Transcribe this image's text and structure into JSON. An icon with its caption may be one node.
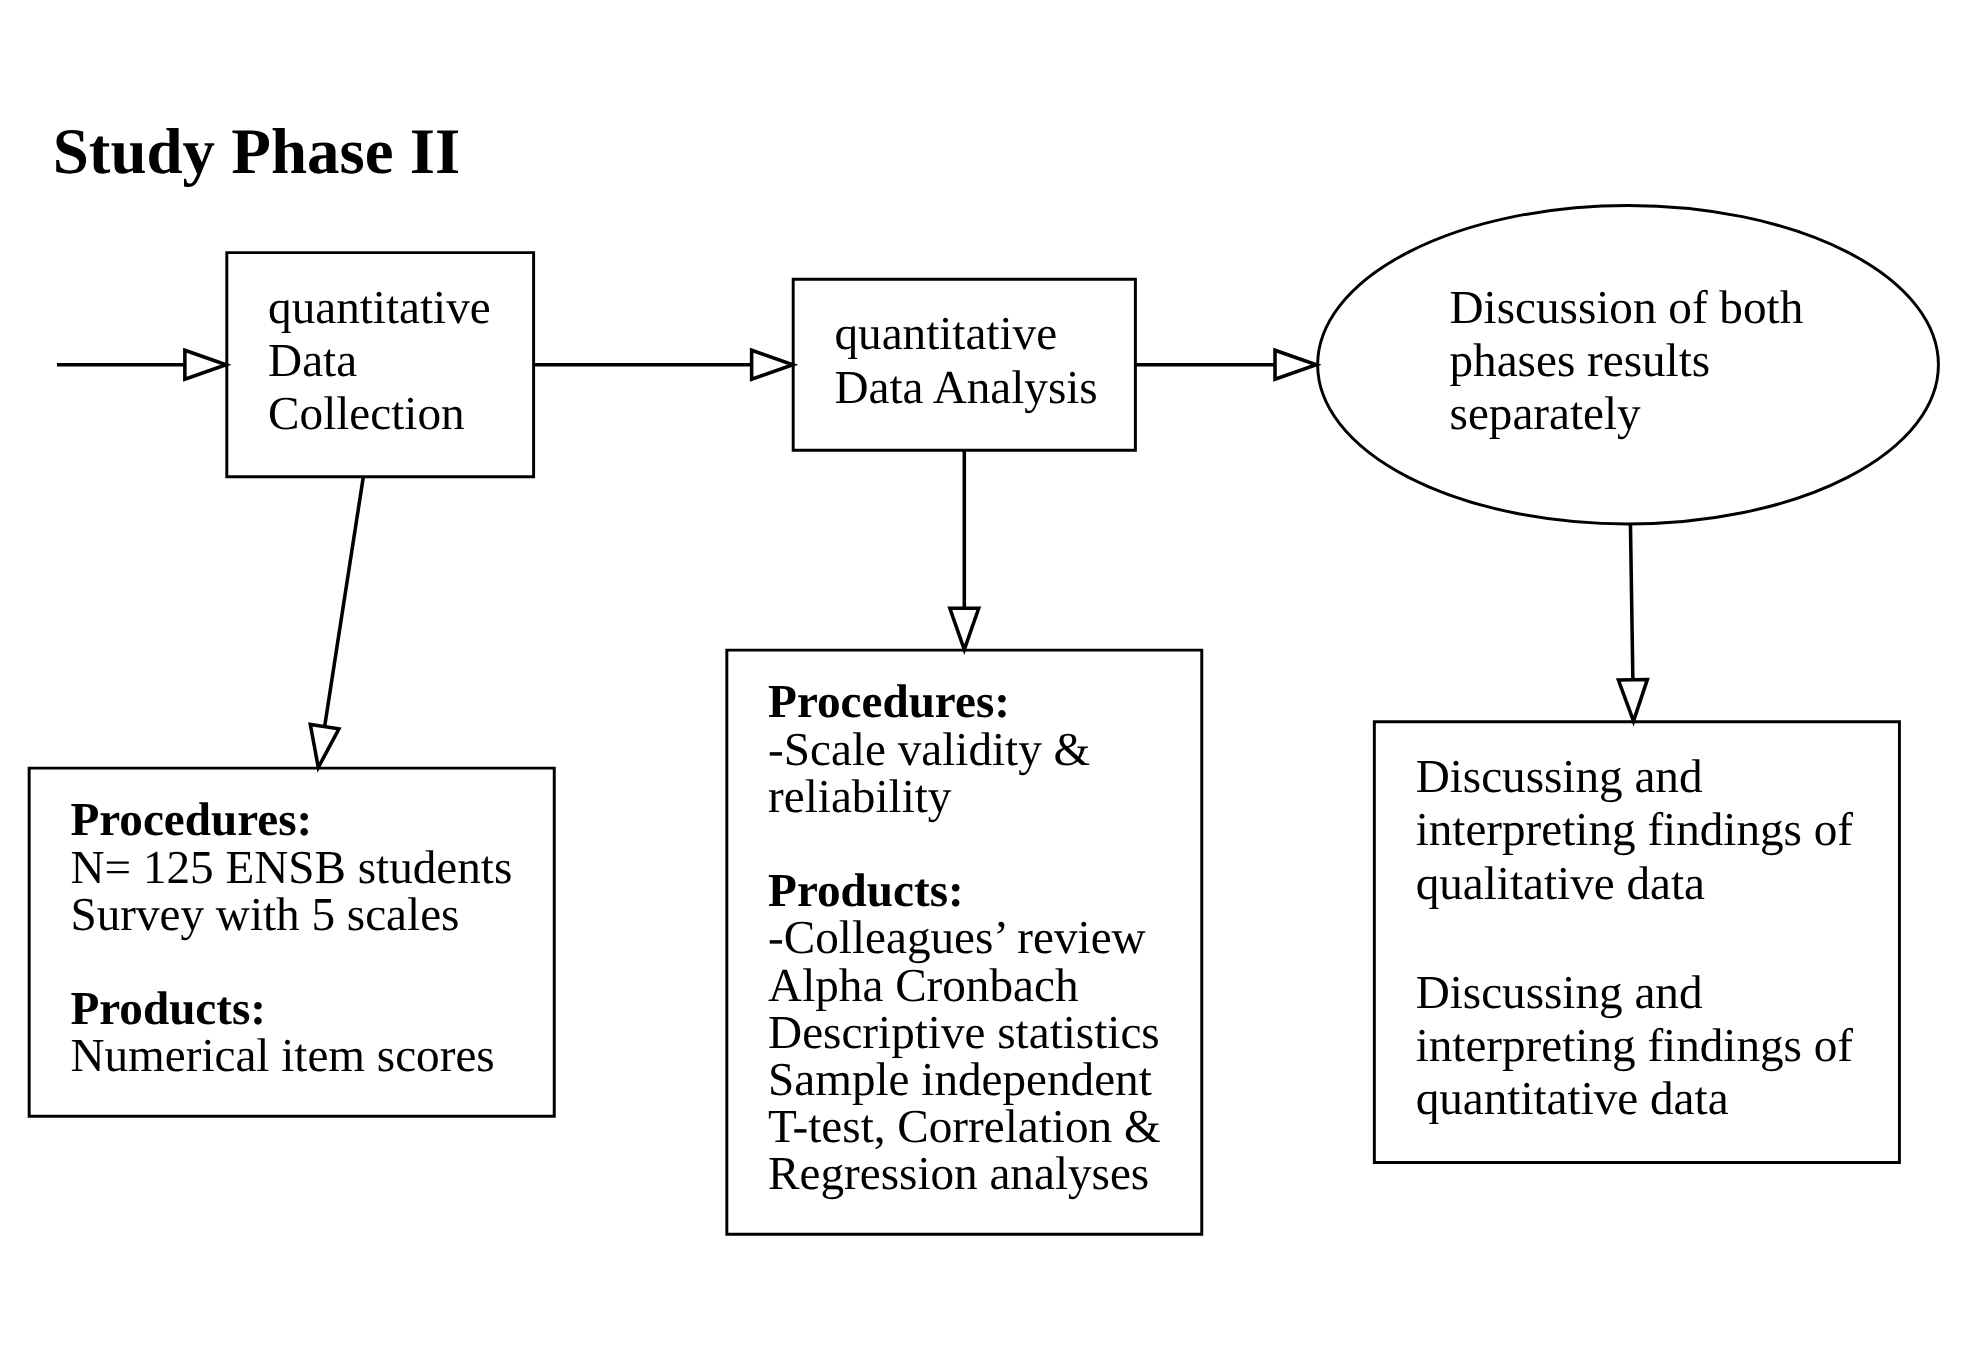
{
  "diagram": {
    "title": "Study Phase II",
    "nodes": [
      {
        "text": [
          "quantitative Data Collection"
        ]
      },
      {
        "text": [
          "quantitative Data Analysis"
        ]
      },
      {
        "text": [
          "Discussion of both phases results separately"
        ]
      },
      {
        "text": [
          "Procedures:",
          "N= 125 ENSB students Survey with 5 scales",
          "Products:",
          "Numerical item scores"
        ]
      },
      {
        "text": [
          "Procedures:",
          "-Scale validity & reliability",
          "Products:",
          "-Colleagues’ review Alpha Cronbach Descriptive statistics Sample independent T-test, Correlation & Regression analyses"
        ]
      },
      {
        "text": [
          "Discussing and interpreting findings of qualitative data",
          "Discussing and interpreting findings of quantitative data"
        ]
      }
    ],
    "edges": [
      {
        "from": null,
        "to": 0,
        "arrow": "to"
      },
      {
        "from": 0,
        "to": 1,
        "arrow": "to"
      },
      {
        "from": 1,
        "to": 2,
        "arrow": "to"
      },
      {
        "from": 0,
        "to": 3,
        "arrow": "to"
      },
      {
        "from": 1,
        "to": 4,
        "arrow": "to"
      },
      {
        "from": 2,
        "to": 5,
        "arrow": "to"
      }
    ]
  }
}
